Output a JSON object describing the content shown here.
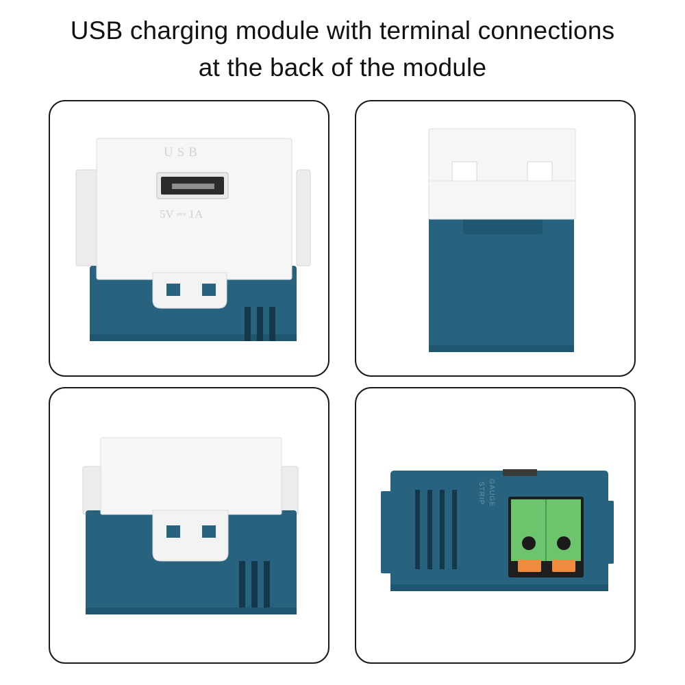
{
  "headline": {
    "line1": "USB charging module with terminal connections",
    "line2": "at the back of the module"
  },
  "module_markings": {
    "port_label": "USB",
    "rating": "5V ⎓ 1A",
    "gauge_top": "STRIP",
    "gauge_bottom": "GAUGE"
  },
  "colors": {
    "module_white": "#f6f6f6",
    "housing_blue": "#27637f",
    "terminal_green": "#6cc46c",
    "lever_orange": "#f08a3c",
    "panel_border": "#1a1a1a"
  },
  "views": [
    "front view",
    "top view",
    "side view",
    "rear terminal view"
  ]
}
